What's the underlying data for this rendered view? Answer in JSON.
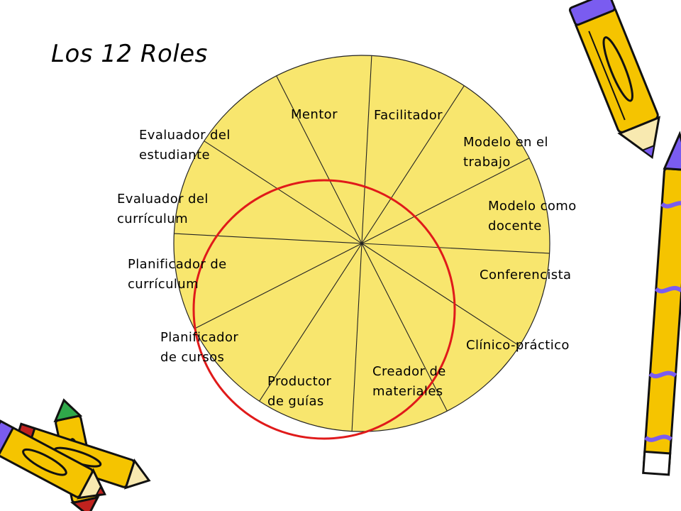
{
  "title": "Los 12 Roles",
  "colors": {
    "wheel_fill": "#f8e66e",
    "wheel_stroke": "#222222",
    "highlight_circle": "#e01a1a",
    "pencil_body": "#f5c400",
    "pencil_accent": "#7a5cf0",
    "pencil_tip": "#c0221e"
  },
  "roles": [
    {
      "id": "mentor",
      "line1": "Mentor",
      "line2": ""
    },
    {
      "id": "facilitador",
      "line1": "Facilitador",
      "line2": ""
    },
    {
      "id": "modelo-trabajo",
      "line1": "Modelo en el",
      "line2": "trabajo"
    },
    {
      "id": "modelo-docente",
      "line1": "Modelo como",
      "line2": "docente"
    },
    {
      "id": "conferencista",
      "line1": "Conferencista",
      "line2": ""
    },
    {
      "id": "clinico-practico",
      "line1": "Clínico-práctico",
      "line2": ""
    },
    {
      "id": "creador-materiales",
      "line1": "Creador de",
      "line2": "materiales"
    },
    {
      "id": "productor-guias",
      "line1": "Productor",
      "line2": "de guías"
    },
    {
      "id": "planificador-cursos",
      "line1": "Planificador",
      "line2": "de cursos"
    },
    {
      "id": "planificador-curriculum",
      "line1": "Planificador de",
      "line2": "currículum"
    },
    {
      "id": "evaluador-curriculum",
      "line1": "Evaluador del",
      "line2": "currículum"
    },
    {
      "id": "evaluador-estudiante",
      "line1": "Evaluador del",
      "line2": "estudiante"
    }
  ],
  "icons": [
    "pencil-icon",
    "pencil-icon",
    "pencil-icon"
  ]
}
